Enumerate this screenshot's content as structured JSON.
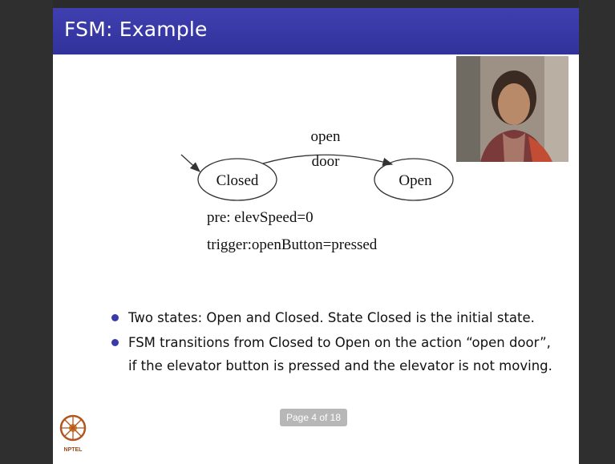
{
  "slide": {
    "title": "FSM: Example",
    "diagram": {
      "states": [
        {
          "label": "Closed"
        },
        {
          "label": "Open"
        }
      ],
      "transition_label_line1": "open",
      "transition_label_line2": "door",
      "guard_pre": "pre: elevSpeed=0",
      "guard_trigger": "trigger:openButton=pressed"
    },
    "bullets": [
      "Two states: Open and Closed. State Closed is the initial state.",
      "FSM transitions from Closed to Open on the action “open door”, if the elevator button is pressed and the elevator is not moving."
    ],
    "page_indicator": "Page 4 of 18",
    "logo_text": "NPTEL"
  },
  "colors": {
    "title_bar": "#3636a4",
    "bullet": "#3a3aa8",
    "page_badge": "#b7b7b7"
  }
}
